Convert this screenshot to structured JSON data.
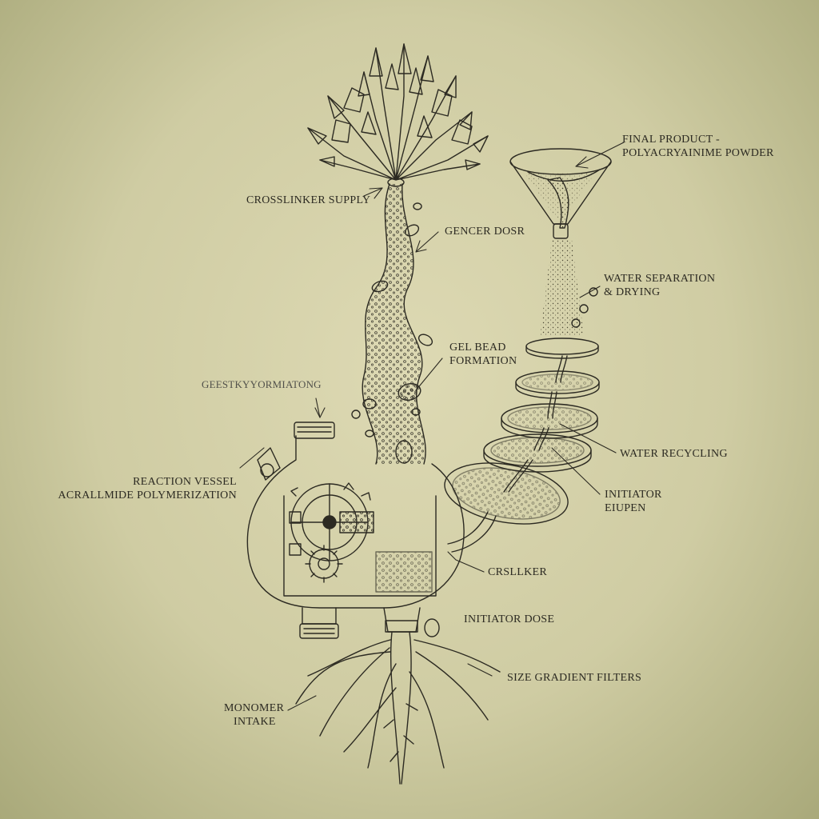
{
  "labels": {
    "crosslinker_supply": "CROSSLINKER SUPPLY",
    "final_product_line1": "FINAL PRODUCT -",
    "final_product_line2": "POLYACRYAINIME POWDER",
    "gencer_dose": "GENCER DOSR",
    "water_separation_line1": "WATER SEPARATION",
    "water_separation_line2": "& DRYING",
    "gel_bead_line1": "GEL BEAD",
    "gel_bead_line2": "FORMATION",
    "garbled_formation": "GEESTKYYORMIATONG",
    "reaction_vessel_line1": "REACTION VESSEL",
    "reaction_vessel_line2": "ACRALLMIDE POLYMERIZATION",
    "water_recycling": "WATER RECYCLING",
    "initiator_eiupen_line1": "INITIATOR",
    "initiator_eiupen_line2": "EIUPEN",
    "crslker": "CRSLLKER",
    "initiator_dose": "INITIATOR DOSE",
    "size_gradient_filters": "SIZE GRADIENT FILTERS",
    "monomer_intake_line1": "MONOMER",
    "monomer_intake_line2": "INTAKE"
  },
  "colors": {
    "ink": "#2c2a22",
    "paper": "#d6d3ab"
  }
}
